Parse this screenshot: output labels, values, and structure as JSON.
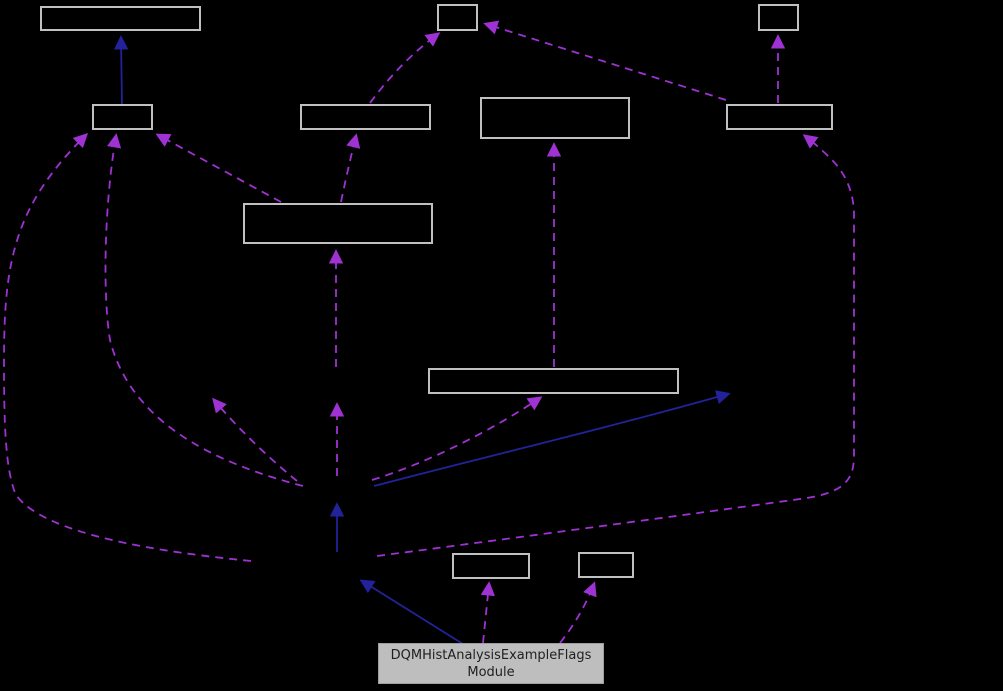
{
  "diagram": {
    "kind": "class-collaboration-graph",
    "background_color": "#000000",
    "colors": {
      "box_border": "#C0C0C0",
      "usage_edge": "#9F32D2",
      "inheritance_edge": "#22229A",
      "main_node_fill": "#BEBEBE",
      "main_node_text": "#1F1F1F"
    },
    "main_node": {
      "label_line1": "DQMHistAnalysisExampleFlags",
      "label_line2": "Module"
    },
    "nodes": [
      {
        "name": "node-top-left",
        "label": ""
      },
      {
        "name": "node-top-middle",
        "label": ""
      },
      {
        "name": "node-top-right",
        "label": ""
      },
      {
        "name": "node-row2-left",
        "label": ""
      },
      {
        "name": "node-row2-center-left",
        "label": ""
      },
      {
        "name": "node-row2-center-right",
        "label": ""
      },
      {
        "name": "node-row2-right",
        "label": ""
      },
      {
        "name": "node-row3-wide",
        "label": ""
      },
      {
        "name": "node-mid-wide",
        "label": ""
      },
      {
        "name": "node-bottom-small-left",
        "label": ""
      },
      {
        "name": "node-bottom-small-right",
        "label": ""
      },
      {
        "name": "node-main",
        "label": "DQMHistAnalysisExampleFlags Module"
      }
    ],
    "edges": [
      {
        "name": "edge-row2-left-to-top-left",
        "style": "solid",
        "role": "inheritance"
      },
      {
        "name": "edge-hidden-b-to-hidden-a",
        "style": "solid",
        "role": "inheritance"
      },
      {
        "name": "edge-hidden-a-to-hidden-c",
        "style": "solid",
        "role": "inheritance"
      },
      {
        "name": "edge-main-to-hidden-b",
        "style": "solid",
        "role": "inheritance"
      },
      {
        "name": "edge-hidden-b-to-row2-left-corner",
        "style": "dashed",
        "role": "usage"
      },
      {
        "name": "edge-hidden-a-to-row2-left-center",
        "style": "dashed",
        "role": "usage"
      },
      {
        "name": "edge-row3-to-row2-left",
        "style": "dashed",
        "role": "usage"
      },
      {
        "name": "edge-hidden-a-to-hidden-d",
        "style": "dashed",
        "role": "usage"
      },
      {
        "name": "edge-hidden-a-to-hidden-e",
        "style": "dashed",
        "role": "usage"
      },
      {
        "name": "edge-hidden-e-to-row3",
        "style": "dashed",
        "role": "usage"
      },
      {
        "name": "edge-row3-to-row2-center-left",
        "style": "dashed",
        "role": "usage"
      },
      {
        "name": "edge-row2-center-left-to-top-middle",
        "style": "dashed",
        "role": "usage"
      },
      {
        "name": "edge-row2-right-to-top-middle",
        "style": "dashed",
        "role": "usage"
      },
      {
        "name": "edge-row2-right-to-top-right",
        "style": "dashed",
        "role": "usage"
      },
      {
        "name": "edge-hidden-b-to-row2-right",
        "style": "dashed",
        "role": "usage"
      },
      {
        "name": "edge-hidden-a-to-mid-wide",
        "style": "dashed",
        "role": "usage"
      },
      {
        "name": "edge-mid-wide-to-row2-center-right",
        "style": "dashed",
        "role": "usage"
      },
      {
        "name": "edge-main-to-bottom-small-left",
        "style": "dashed",
        "role": "usage"
      },
      {
        "name": "edge-main-to-bottom-small-right",
        "style": "dashed",
        "role": "usage"
      }
    ]
  }
}
